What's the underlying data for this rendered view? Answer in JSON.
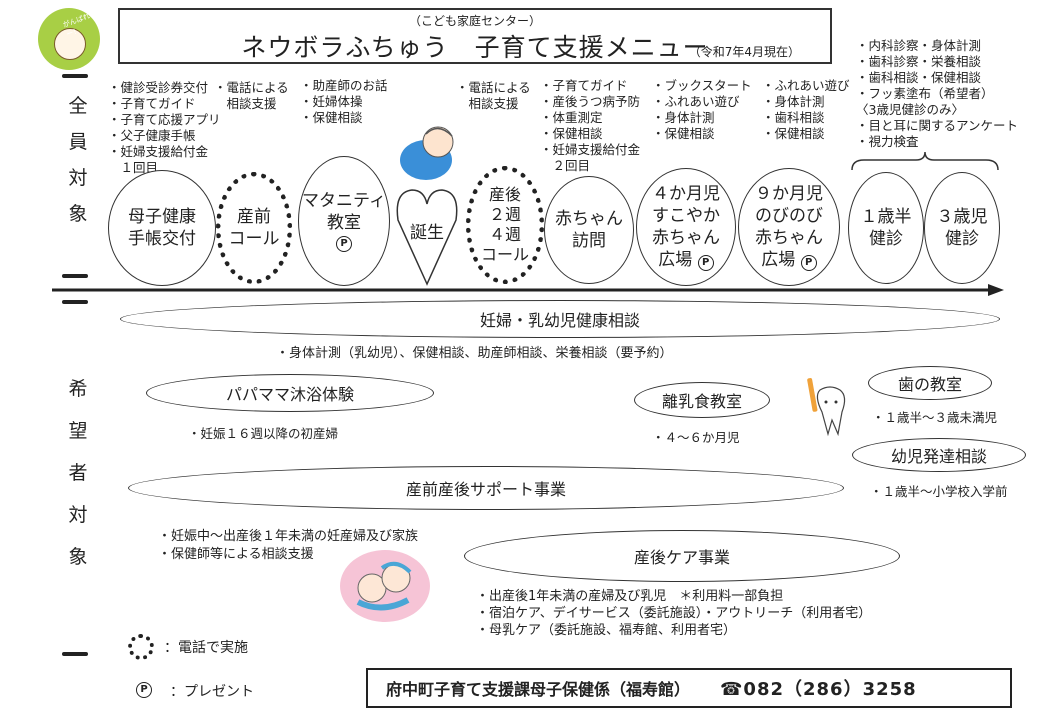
{
  "header": {
    "subtitle": "（こども家庭センター）",
    "title": "ネウボラふちゅう　子育て支援メニュー",
    "date": "（令和7年4月現在）",
    "logo_text": "がんばれー！"
  },
  "sections": {
    "all_label": [
      "全",
      "員",
      "対",
      "象"
    ],
    "hope_label": [
      "希",
      "望",
      "者",
      "対",
      "象"
    ]
  },
  "timeline": [
    {
      "label": "母子健康\n手帳交付",
      "notes": [
        "・健診受診券交付",
        "・子育てガイド",
        "・子育て応援アプリ",
        "・父子健康手帳",
        "・妊婦支援給付金",
        "　１回目"
      ]
    },
    {
      "label": "産前\nコール",
      "notes": [
        "・電話による",
        "　相談支援"
      ]
    },
    {
      "label": "マタニティ\n教室",
      "notes": [
        "・助産師のお話",
        "・妊婦体操",
        "・保健相談"
      ]
    },
    {
      "label": "誕生",
      "notes": []
    },
    {
      "label": "産後\n２週\n４週\nコール",
      "notes": [
        "・電話による",
        "　相談支援"
      ]
    },
    {
      "label": "赤ちゃん\n訪問",
      "notes": [
        "・子育てガイド",
        "・産後うつ病予防",
        "・体重測定",
        "・保健相談",
        "・妊婦支援給付金",
        "　２回目"
      ]
    },
    {
      "label": "４か月児\nすこやか\n赤ちゃん",
      "sub": "広場",
      "notes": [
        "・ブックスタート",
        "・ふれあい遊び",
        "・身体計測",
        "・保健相談"
      ]
    },
    {
      "label": "９か月児\nのびのび\n赤ちゃん",
      "sub": "広場",
      "notes": [
        "・ふれあい遊び",
        "・身体計測",
        "・歯科相談",
        "・保健相談"
      ]
    },
    {
      "label": "１歳半\n健診",
      "notes": []
    },
    {
      "label": "３歳児\n健診",
      "notes": []
    }
  ],
  "checkup_notes": [
    "・内科診察・身体計測",
    "・歯科診察・栄養相談",
    "・歯科相談・保健相談",
    "・フッ素塗布（希望者）",
    "〈3歳児健診のみ〉",
    "・目と耳に関するアンケート",
    "・視力検査"
  ],
  "hope": {
    "consult": "妊婦・乳幼児健康相談",
    "consult_note": "・身体計測（乳幼児）、保健相談、助産師相談、栄養相談（要予約）",
    "bath": "パパママ沐浴体験",
    "bath_note": "・妊娠１６週以降の初産婦",
    "weaning": "離乳食教室",
    "weaning_note": "・４～６か月児",
    "dental": "歯の教室",
    "dental_note": "・１歳半～３歳未満児",
    "dev": "幼児発達相談",
    "dev_note": "・１歳半～小学校入学前",
    "support": "産前産後サポート事業",
    "support_notes": [
      "・妊娠中～出産後１年未満の妊産婦及び家族",
      "・保健師等による相談支援"
    ],
    "care": "産後ケア事業",
    "care_notes": [
      "・出産後1年未満の産婦及び乳児　＊利用料一部負担",
      "・宿泊ケア、デイサービス（委託施設）・アウトリーチ（利用者宅）",
      "・母乳ケア（委託施設、福寿館、利用者宅）"
    ]
  },
  "legend": {
    "phone": "：電話で実施",
    "present_mark": "P",
    "present": "：プレゼント"
  },
  "contact": {
    "office": "府中町子育て支援課母子保健係（福寿館）",
    "phone": "☎082（286）3258"
  }
}
